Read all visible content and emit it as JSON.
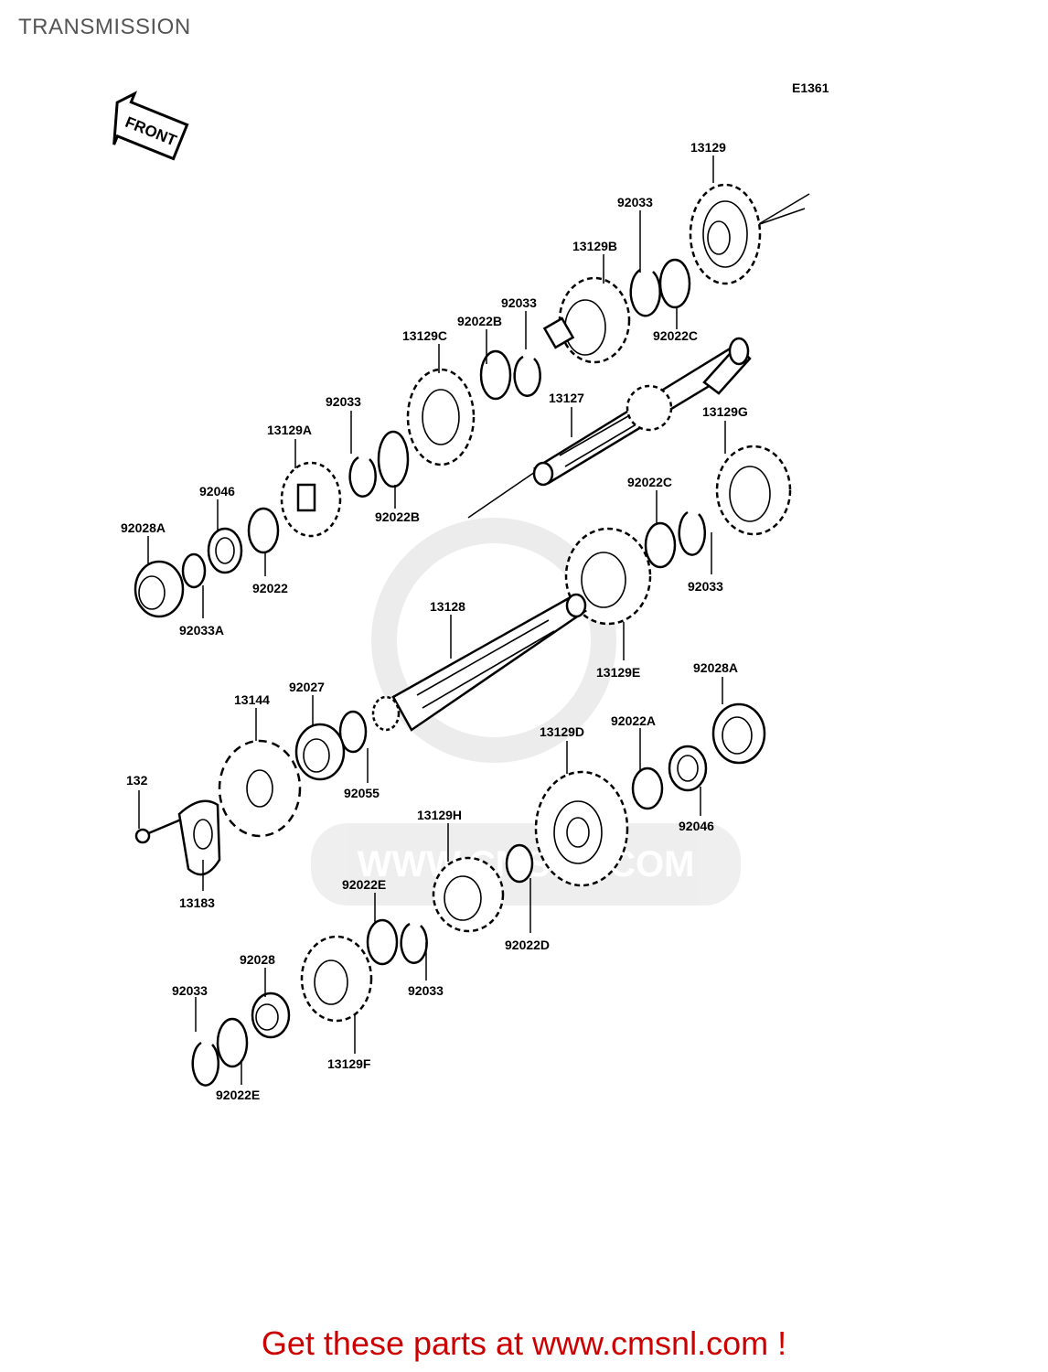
{
  "title": "TRANSMISSION",
  "diagram_code": "E1361",
  "front_label": "FRONT",
  "watermark": {
    "text": "WWW.CMSNL.COM"
  },
  "parts": {
    "p_13129": "13129",
    "p_92033_a": "92033",
    "p_13129B": "13129B",
    "p_92033_b": "92033",
    "p_92022B_a": "92022B",
    "p_92022C_a": "92022C",
    "p_13129C": "13129C",
    "p_13127": "13127",
    "p_92033_c": "92033",
    "p_13129A": "13129A",
    "p_92022B_b": "92022B",
    "p_13129G": "13129G",
    "p_92046_a": "92046",
    "p_92028A_a": "92028A",
    "p_92022_a": "92022",
    "p_92022C_b": "92022C",
    "p_92033_d": "92033",
    "p_92033A": "92033A",
    "p_13128": "13128",
    "p_13129E": "13129E",
    "p_92028A_b": "92028A",
    "p_13144": "13144",
    "p_92027": "92027",
    "p_92022A": "92022A",
    "p_13129D": "13129D",
    "p_132": "132",
    "p_92055": "92055",
    "p_92046_b": "92046",
    "p_13183": "13183",
    "p_13129H": "13129H",
    "p_92022E_a": "92022E",
    "p_92022D": "92022D",
    "p_92028": "92028",
    "p_92033_e": "92033",
    "p_92033_f": "92033",
    "p_13129F": "13129F",
    "p_92022E_b": "92022E"
  },
  "promo": {
    "text": "Get these parts at www.cmsnl.com !",
    "color": "#cc0000"
  }
}
